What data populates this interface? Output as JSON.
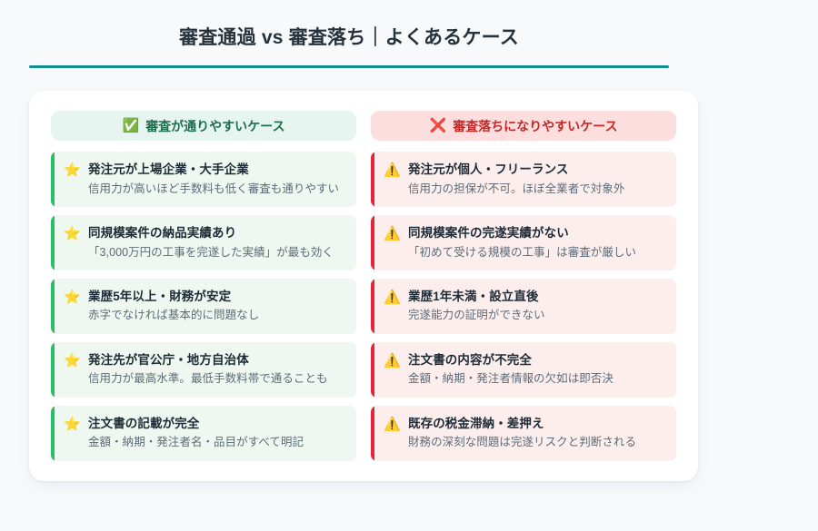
{
  "header": {
    "title": "審査通過 vs 審査落ち｜よくあるケース",
    "rule_color": "#10908a"
  },
  "columns": [
    {
      "id": "pass",
      "tone": "good",
      "icon": "white-heavy-check-mark-icon",
      "icon_glyph": "✅",
      "label": "審査が通りやすいケース",
      "header_bg": "#e6f5ef",
      "header_text_color": "#1d6f4f",
      "accent_color": "#28c066",
      "item_bg": "#eef8f0",
      "items": [
        {
          "icon": "star-icon",
          "icon_glyph": "⭐",
          "title": "発注元が上場企業・大手企業",
          "desc": "信用力が高いほど手数料も低く審査も通りやすい"
        },
        {
          "icon": "star-icon",
          "icon_glyph": "⭐",
          "title": "同規模案件の納品実績あり",
          "desc": "「3,000万円の工事を完遂した実績」が最も効く"
        },
        {
          "icon": "star-icon",
          "icon_glyph": "⭐",
          "title": "業歴5年以上・財務が安定",
          "desc": "赤字でなければ基本的に問題なし"
        },
        {
          "icon": "star-icon",
          "icon_glyph": "⭐",
          "title": "発注先が官公庁・地方自治体",
          "desc": "信用力が最高水準。最低手数料帯で通ることも"
        },
        {
          "icon": "star-icon",
          "icon_glyph": "⭐",
          "title": "注文書の記載が完全",
          "desc": "金額・納期・発注者名・品目がすべて明記"
        }
      ]
    },
    {
      "id": "fail",
      "tone": "bad",
      "icon": "cross-mark-icon",
      "icon_glyph": "❌",
      "label": "審査落ちになりやすいケース",
      "header_bg": "#fcdede",
      "header_text_color": "#c62828",
      "accent_color": "#e6253c",
      "item_bg": "#fdeeee",
      "items": [
        {
          "icon": "warning-icon",
          "icon_glyph": "⚠️",
          "title": "発注元が個人・フリーランス",
          "desc": "信用力の担保が不可。ほぼ全業者で対象外"
        },
        {
          "icon": "warning-icon",
          "icon_glyph": "⚠️",
          "title": "同規模案件の完遂実績がない",
          "desc": "「初めて受ける規模の工事」は審査が厳しい"
        },
        {
          "icon": "warning-icon",
          "icon_glyph": "⚠️",
          "title": "業歴1年未満・設立直後",
          "desc": "完遂能力の証明ができない"
        },
        {
          "icon": "warning-icon",
          "icon_glyph": "⚠️",
          "title": "注文書の内容が不完全",
          "desc": "金額・納期・発注者情報の欠如は即否決"
        },
        {
          "icon": "warning-icon",
          "icon_glyph": "⚠️",
          "title": "既存の税金滞納・差押え",
          "desc": "財務の深刻な問題は完遂リスクと判断される"
        }
      ]
    }
  ]
}
